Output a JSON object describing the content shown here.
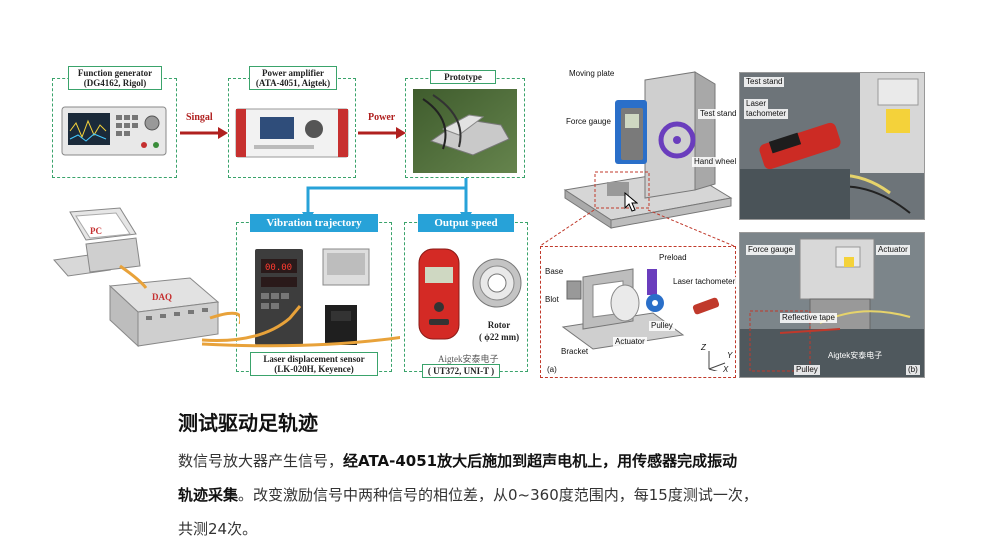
{
  "figure": {
    "left": {
      "function_generator": {
        "title": "Function generator",
        "model": "(DG4162, Rigol)"
      },
      "power_amplifier": {
        "title": "Power amplifier",
        "model": "(ATA-4051, Aigtek)"
      },
      "prototype": {
        "title": "Prototype"
      },
      "arrow_signal": "Singal",
      "arrow_power": "Power",
      "vibration_trajectory": "Vibration trajectory",
      "output_speed": "Output speed",
      "pc_label": "PC",
      "daq_label": "DAQ",
      "laser_sensor": {
        "title": "Laser displacement sensor",
        "model": "(LK-020H, Keyence)"
      },
      "tachometer": {
        "model": "( UT372, UNI-T )"
      },
      "rotor": {
        "title": "Rotor",
        "size": "( ϕ22 mm)"
      },
      "watermark": "Aigtek安泰电子"
    },
    "right_a": {
      "moving_plate": "Moving plate",
      "test_stand": "Test stand",
      "force_gauge": "Force gauge",
      "hand_wheel": "Hand wheel",
      "base": "Base",
      "bolt": "Blot",
      "bracket": "Bracket",
      "preload": "Preload",
      "laser_tachometer": "Laser tachometer",
      "pulley": "Pulley",
      "actuator": "Actuator",
      "panel_tag": "(a)",
      "axes": [
        "Z",
        "Y",
        "X"
      ]
    },
    "right_b": {
      "test_stand": "Test stand",
      "laser_tachometer_1": "Laser",
      "laser_tachometer_2": "tachometer",
      "force_gauge": "Force gauge",
      "actuator": "Actuator",
      "reflective_tape": "Reflective tape",
      "pulley": "Pulley",
      "panel_tag": "(b)",
      "watermark": "Aigtek安泰电子"
    }
  },
  "text": {
    "heading": "测试驱动足轨迹",
    "line1_a": "数信号放大器产生信号，",
    "line1_b": "经ATA-4051放大后施加到超声电机上，用传感器完成振动",
    "line2_a": "轨迹采集",
    "line2_b": "。改变激励信号中两种信号的相位差，从0~360度范围内，每15度测试一次，",
    "line3": "共测24次。"
  }
}
